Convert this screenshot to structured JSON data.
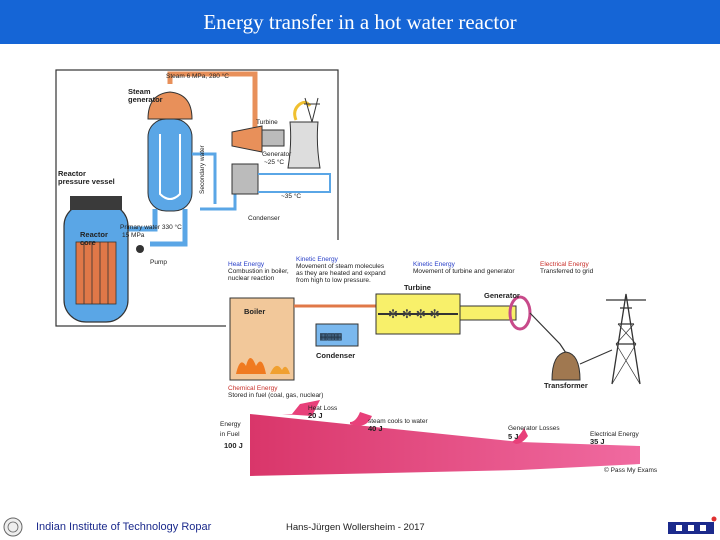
{
  "title": "Energy transfer in a hot water reactor",
  "footer": {
    "institute": "Indian Institute of Technology Ropar",
    "author": "Hans-Jürgen Wollersheim - 2017"
  },
  "reactor": {
    "steam_label": "Steam 6 MPa, 280 °C",
    "steam_generator": [
      "Steam",
      "generator"
    ],
    "turbine": "Turbine",
    "secondary_water": "Secondary water",
    "generator": "Generator",
    "temp_25": "~25 °C",
    "temp_35": "~35 °C",
    "condenser": "Condenser",
    "reactor_vessel": [
      "Reactor",
      "pressure vessel"
    ],
    "reactor_core": [
      "Reactor",
      "core"
    ],
    "primary_water": [
      "Primary water 330 °C",
      "15 MPa"
    ],
    "pump": "Pump"
  },
  "flow": {
    "heat_energy": "Heat Energy",
    "heat_energy_desc": [
      "Combustion in boiler,",
      "nuclear reaction"
    ],
    "kinetic_energy_1": "Kinetic Energy",
    "kinetic_energy_1_desc": [
      "Movement of steam molecules",
      "as they are heated and expand",
      "from high to low pressure."
    ],
    "kinetic_energy_2": "Kinetic Energy",
    "kinetic_energy_2_desc": "Movement of turbine and generator",
    "electrical_energy": "Electrical Energy",
    "electrical_energy_desc": "Transferred to grid",
    "turbine": "Turbine",
    "generator": "Generator",
    "boiler": "Boiler",
    "condenser": "Condenser",
    "transformer": "Transformer",
    "chemical_energy": "Chemical Energy",
    "chemical_energy_desc": "Stored in fuel (coal, gas, nuclear)",
    "copyright": "© Pass My Exams"
  },
  "sankey": {
    "heat_loss": "Heat Loss",
    "heat_loss_value": "20 J",
    "steam_cools": "steam cools to water",
    "steam_cools_value": "40 J",
    "generator_losses": "Generator Losses",
    "generator_losses_value": "5 J",
    "electrical": "Electrical Energy",
    "electrical_value": "35 J",
    "energy_in_fuel": [
      "Energy",
      "in Fuel"
    ],
    "fuel_value": "100 J"
  },
  "colors": {
    "title_bar": "#1565d6",
    "water_blue": "#5aa6e6",
    "steam_orange": "#e8905a",
    "sankey_red": "#e8407a"
  }
}
